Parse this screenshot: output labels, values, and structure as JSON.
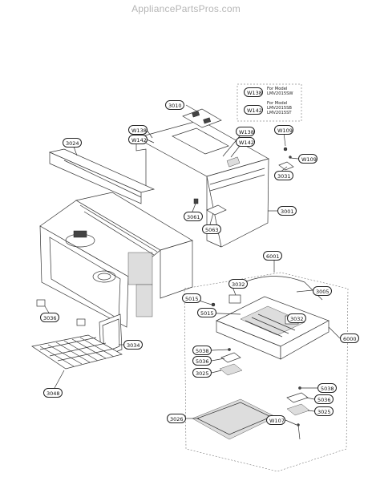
{
  "watermark": "AppliancePartsPros.com",
  "model_note": {
    "w138_label": "W138",
    "w138_text_1": "For Model",
    "w138_text_2": "LMV2015SW",
    "w142_label": "W142",
    "w142_text_1": "For Model",
    "w142_text_2": "LMV2015SB",
    "w142_text_3": "LMV2015ST"
  },
  "parts": {
    "p3010": "3010",
    "p3024": "3024",
    "w138_a": "W138",
    "w142_a": "W142",
    "w138_b": "W138",
    "w142_b": "W142",
    "w109_a": "W109",
    "w109_b": "W109",
    "p3031": "3031",
    "p3001": "3001",
    "p3061": "3061",
    "p5063": "5063",
    "p6001": "6001",
    "p3032_a": "3032",
    "p3005": "3005",
    "p5015_a": "5015",
    "p5015_b": "5015",
    "p3032_b": "3032",
    "p6000": "6000",
    "p3036": "3036",
    "p3034": "3034",
    "p5038_a": "5038",
    "p5036_a": "5036",
    "p3025_a": "3025",
    "p5038_b": "5038",
    "p5036_b": "5036",
    "p3025_b": "3025",
    "p3048": "3048",
    "p3026": "3026",
    "w107": "W107"
  }
}
